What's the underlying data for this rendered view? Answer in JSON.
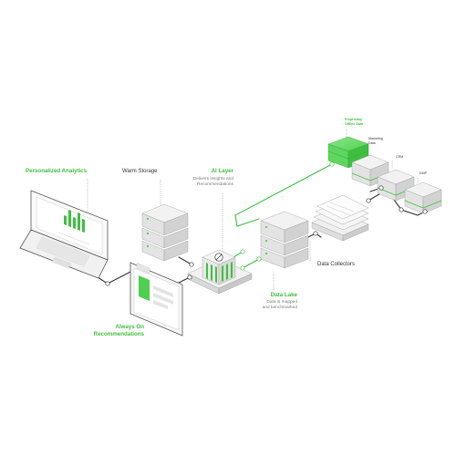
{
  "labels": {
    "personalized_analytics": "Personalized Analytics",
    "warm_storage": "Warm Storage",
    "ai_layer_title": "AI Layer",
    "ai_layer_desc_1": "Delivers insights and",
    "ai_layer_desc_2": "Recommendations",
    "proprietary_1": "Proprietary",
    "proprietary_2": "Offline Data",
    "marketing_1": "Marketing",
    "marketing_2": "Data",
    "crm": "CRM",
    "dmp": "DMP",
    "data_collectors": "Data Collectors",
    "data_lake_title": "Data Lake",
    "data_lake_desc_1": "Data is mapped",
    "data_lake_desc_2": "and benchmarked",
    "always_on_1": "Always On",
    "always_on_2": "Recommendations"
  },
  "colors": {
    "accent": "#3fbf3f",
    "accent_light": "#7be07b",
    "line_dark": "#333333",
    "server_top": "#f2f2f2",
    "server_left": "#e3e3e3",
    "server_right": "#d2d2d2",
    "text_grey": "#7a7a7a"
  }
}
